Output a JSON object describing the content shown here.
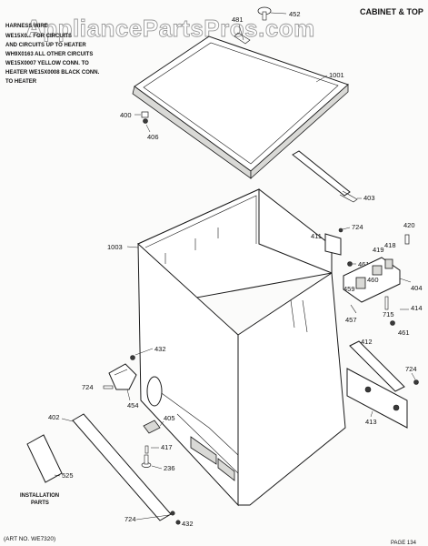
{
  "watermark": "AppliancePartsPros.com",
  "section_title": "CABINET & TOP",
  "note_lines": [
    "HARNESS WIRE",
    "WE15X0... FOR CIRCUITS",
    "AND CIRCUITS UP TO HEATER",
    "WH9X0163 ALL OTHER CIRCUITS",
    "WE15X0007 YELLOW CONN. TO",
    "HEATER WE15X0008 BLACK CONN.",
    "TO HEATER"
  ],
  "installation_parts_lines": [
    "INSTALLATION",
    "PARTS"
  ],
  "art_number": "(ART NO. WE7320)",
  "page_number": "PAGE 134",
  "parts": {
    "p481": "481",
    "p452": "452",
    "p1001": "1001",
    "p400": "400",
    "p406": "406",
    "p403": "403",
    "p1003": "1003",
    "p411": "411",
    "p724a": "724",
    "p420": "420",
    "p461a": "461",
    "p419": "419",
    "p418": "418",
    "p459": "459",
    "p460": "460",
    "p404": "404",
    "p457": "457",
    "p715": "715",
    "p414": "414",
    "p461b": "461",
    "p412": "412",
    "p724b": "724",
    "p432a": "432",
    "p724c": "724",
    "p454": "454",
    "p413": "413",
    "p402": "402",
    "p405": "405",
    "p417": "417",
    "p236": "236",
    "p525": "525",
    "p724d": "724",
    "p432b": "432"
  }
}
